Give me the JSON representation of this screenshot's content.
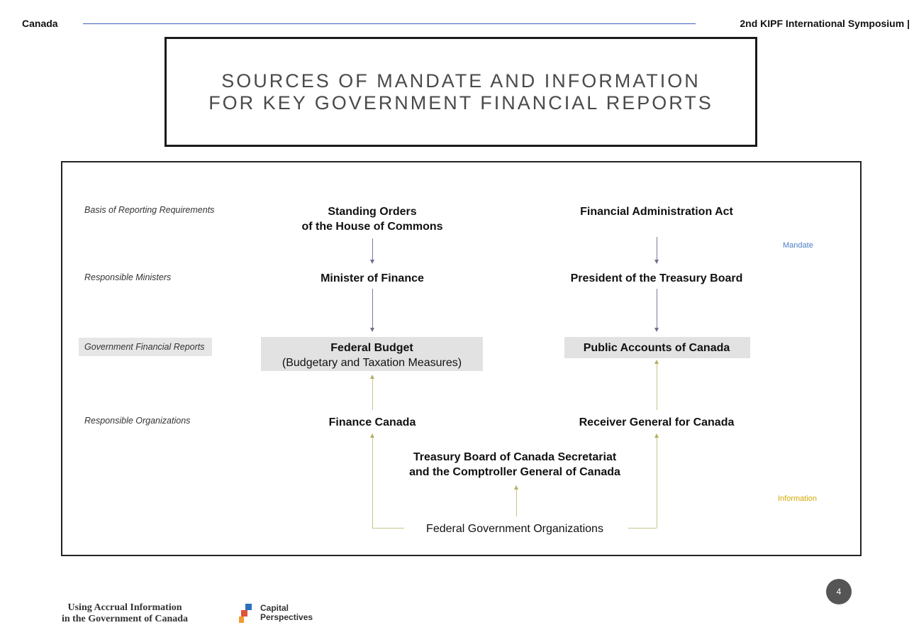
{
  "header": {
    "left": "Canada",
    "right": "2nd KIPF International Symposium |"
  },
  "title": {
    "line1": "SOURCES OF MANDATE AND INFORMATION",
    "line2": "FOR KEY GOVERNMENT FINANCIAL REPORTS"
  },
  "row_labels": {
    "basis": "Basis of Reporting Requirements",
    "ministers": "Responsible Ministers",
    "reports": "Government Financial Reports",
    "organizations": "Responsible Organizations"
  },
  "nodes": {
    "standing_orders_1": "Standing Orders",
    "standing_orders_2": "of the House of Commons",
    "fin_admin_act": "Financial Administration Act",
    "minister_finance": "Minister of Finance",
    "president_tb": "President of the Treasury Board",
    "federal_budget_1": "Federal Budget",
    "federal_budget_2": "(Budgetary and Taxation Measures)",
    "public_accounts": "Public Accounts of Canada",
    "finance_canada": "Finance Canada",
    "receiver_general": "Receiver General for Canada",
    "tbs_1": "Treasury Board of Canada Secretariat",
    "tbs_2": "and the Comptroller General of Canada",
    "fed_orgs": "Federal Government Organizations"
  },
  "legend": {
    "mandate": "Mandate",
    "information": "Information",
    "mandate_color": "#4a7fc4",
    "information_color": "#d4a800"
  },
  "footer": {
    "line1": "Using Accrual Information",
    "line2": "in the Government of Canada",
    "logo_line1": "Capital",
    "logo_line2": "Perspectives",
    "page": "4"
  }
}
